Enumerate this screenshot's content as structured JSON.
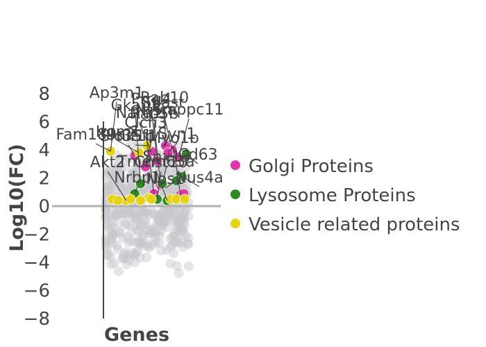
{
  "chart_data": {
    "type": "scatter",
    "title": "",
    "xlabel": "Genes",
    "ylabel": "Log10(FC)",
    "ylim": [
      -8,
      8
    ],
    "yticks": [
      8,
      6,
      4,
      2,
      0,
      -2,
      -4,
      -6,
      -8
    ],
    "ytick_labels": [
      "8",
      "6",
      "4",
      "2",
      "0",
      "−2",
      "−4",
      "−6",
      "−8"
    ],
    "xlim": [
      0,
      1
    ],
    "grid": false,
    "legend_position": "right",
    "colors": {
      "background_points": "#c8c8cc",
      "axis": "#444444",
      "zero_line": "#b0b0b4",
      "annotation_line": "#444444"
    },
    "series": [
      {
        "name": "Golgi Proteins",
        "color": "#e535ab",
        "points": [
          [
            0.55,
            3.9
          ],
          [
            0.62,
            3.2
          ],
          [
            0.48,
            2.8
          ],
          [
            0.8,
            4.0
          ],
          [
            0.72,
            4.3
          ],
          [
            0.88,
            3.5
          ],
          [
            0.66,
            1.5
          ],
          [
            0.58,
            0.9
          ],
          [
            0.9,
            0.8
          ],
          [
            0.35,
            3.6
          ],
          [
            0.75,
            3.8
          ],
          [
            0.94,
            0.9
          ]
        ]
      },
      {
        "name": "Lysosome Proteins",
        "color": "#2e8b22",
        "points": [
          [
            0.97,
            3.7
          ],
          [
            0.92,
            2.1
          ],
          [
            0.42,
            1.6
          ],
          [
            0.35,
            0.9
          ],
          [
            0.68,
            1.6
          ],
          [
            0.74,
            0.4
          ],
          [
            0.85,
            1.8
          ],
          [
            0.62,
            0.5
          ]
        ]
      },
      {
        "name": "Vesicle related proteins",
        "color": "#e6d20f",
        "points": [
          [
            0.06,
            3.9
          ],
          [
            0.4,
            3.8
          ],
          [
            0.25,
            0.4
          ],
          [
            0.08,
            0.5
          ],
          [
            0.15,
            0.4
          ],
          [
            0.5,
            4.3
          ],
          [
            0.52,
            0.6
          ],
          [
            0.78,
            0.5
          ],
          [
            0.85,
            0.5
          ],
          [
            0.95,
            0.5
          ],
          [
            0.3,
            0.5
          ],
          [
            0.42,
            0.4
          ],
          [
            0.55,
            0.5
          ]
        ]
      }
    ],
    "annotations": [
      {
        "text": "Ap3m1",
        "x": 0.06,
        "y": 3.9
      },
      {
        "text": "Fam189a2",
        "x": 0.06,
        "y": 3.9
      },
      {
        "text": "Akt2",
        "x": 0.25,
        "y": 0.4
      },
      {
        "text": "Gkap1",
        "x": 0.42,
        "y": 1.6
      },
      {
        "text": "Prrg4",
        "x": 0.62,
        "y": 3.2
      },
      {
        "text": "Rab10",
        "x": 0.72,
        "y": 4.3
      },
      {
        "text": "Nt5m",
        "x": 0.48,
        "y": 2.8
      },
      {
        "text": "Spast",
        "x": 0.8,
        "y": 4.0
      },
      {
        "text": "Narg1",
        "x": 0.55,
        "y": 3.9
      },
      {
        "text": "Rab5b",
        "x": 0.66,
        "y": 1.5
      },
      {
        "text": "Clcn3",
        "x": 0.58,
        "y": 0.9
      },
      {
        "text": "Kif1b",
        "x": 0.5,
        "y": 4.3
      },
      {
        "text": "Trappc11",
        "x": 0.88,
        "y": 3.5
      },
      {
        "text": "Irgm1",
        "x": 0.4,
        "y": 3.8
      },
      {
        "text": "Slc35f1",
        "x": 0.35,
        "y": 3.6
      },
      {
        "text": "Syn1",
        "x": 0.75,
        "y": 3.8
      },
      {
        "text": "Myo1b",
        "x": 0.9,
        "y": 0.8
      },
      {
        "text": "Snx13",
        "x": 0.68,
        "y": 1.6
      },
      {
        "text": "Tmem63a",
        "x": 0.74,
        "y": 0.4
      },
      {
        "text": "Cd63",
        "x": 0.97,
        "y": 3.7
      },
      {
        "text": "Chst10",
        "x": 0.62,
        "y": 0.5
      },
      {
        "text": "Nrbp1",
        "x": 0.35,
        "y": 0.9
      },
      {
        "text": "Nos1",
        "x": 0.85,
        "y": 1.8
      },
      {
        "text": "Nus4a",
        "x": 0.92,
        "y": 2.1
      }
    ]
  }
}
